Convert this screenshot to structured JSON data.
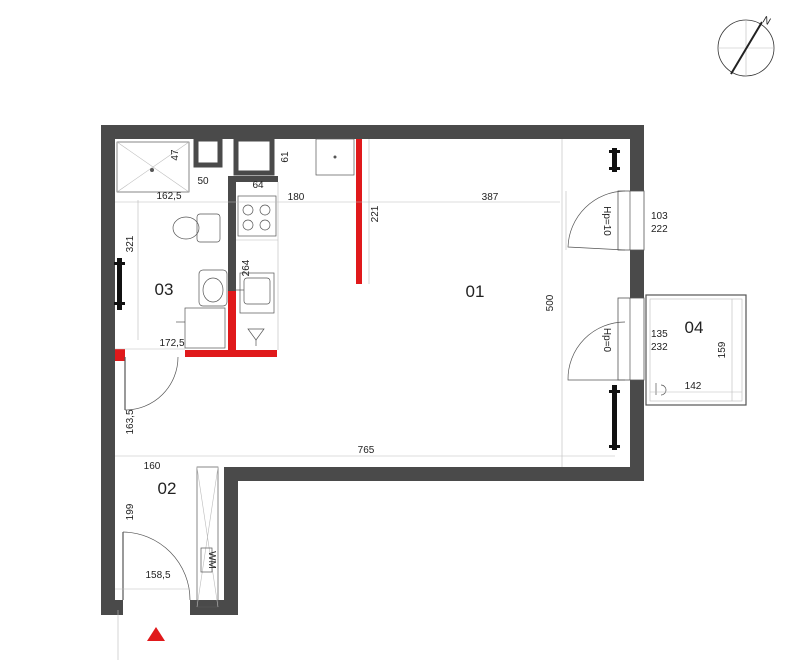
{
  "rooms": {
    "room_01": "01",
    "room_02": "02",
    "room_03": "03",
    "room_04": "04"
  },
  "north_label": "N",
  "dimensions": {
    "d47": "47",
    "d162_5": "162,5",
    "d50": "50",
    "d61": "61",
    "d64": "64",
    "d180": "180",
    "d387": "387",
    "d221": "221",
    "d321": "321",
    "d264": "264",
    "d500": "500",
    "d172_5": "172,5",
    "d163_5": "163,5",
    "d765": "765",
    "d160": "160",
    "d199": "199",
    "d158_5": "158,5",
    "d103": "103",
    "d222": "222",
    "d135": "135",
    "d232": "232",
    "d159": "159",
    "d142": "142"
  },
  "window_labels": {
    "hp_upper": "Hp=10",
    "hp_lower": "Hp=0"
  },
  "equipment": {
    "wm_label": "WM"
  },
  "colors": {
    "wall": "#4a4a4a",
    "highlight": "#e0191b"
  }
}
